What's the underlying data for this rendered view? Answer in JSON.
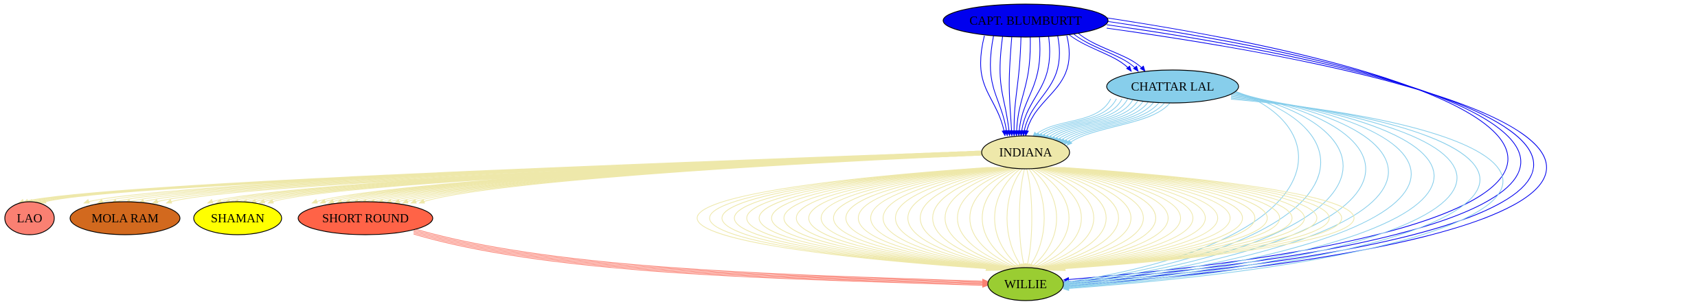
{
  "graph": {
    "nodes": [
      {
        "id": "capt",
        "label": "CAPT. BLUMBURTT",
        "fill": "#0000ee",
        "label_color": "#000000"
      },
      {
        "id": "chattar",
        "label": "CHATTAR LAL",
        "fill": "#87ceeb",
        "label_color": "#000000"
      },
      {
        "id": "indiana",
        "label": "INDIANA",
        "fill": "#eee8aa",
        "label_color": "#000000"
      },
      {
        "id": "lao",
        "label": "LAO",
        "fill": "#fa8072",
        "label_color": "#000000"
      },
      {
        "id": "mola",
        "label": "MOLA RAM",
        "fill": "#d2691e",
        "label_color": "#000000"
      },
      {
        "id": "shaman",
        "label": "SHAMAN",
        "fill": "#ffff00",
        "label_color": "#000000"
      },
      {
        "id": "short",
        "label": "SHORT ROUND",
        "fill": "#ff6347",
        "label_color": "#000000"
      },
      {
        "id": "willie",
        "label": "WILLIE",
        "fill": "#9acd32",
        "label_color": "#000000"
      }
    ],
    "edges": [
      {
        "from": "capt",
        "to": "indiana",
        "count": 10,
        "color": "#0000ee"
      },
      {
        "from": "capt",
        "to": "chattar",
        "count": 3,
        "color": "#0000ee"
      },
      {
        "from": "capt",
        "to": "willie",
        "count": 4,
        "color": "#0000ee"
      },
      {
        "from": "chattar",
        "to": "indiana",
        "count": 12,
        "color": "#87ceeb"
      },
      {
        "from": "chattar",
        "to": "willie",
        "count": 10,
        "color": "#87ceeb"
      },
      {
        "from": "indiana",
        "to": "lao",
        "count": 6,
        "color": "#eee8aa"
      },
      {
        "from": "indiana",
        "to": "mola",
        "count": 7,
        "color": "#eee8aa"
      },
      {
        "from": "indiana",
        "to": "shaman",
        "count": 8,
        "color": "#eee8aa"
      },
      {
        "from": "indiana",
        "to": "short",
        "count": 14,
        "color": "#eee8aa"
      },
      {
        "from": "indiana",
        "to": "willie",
        "count": 54,
        "color": "#eee8aa"
      },
      {
        "from": "short",
        "to": "willie",
        "count": 5,
        "color": "#fa8072"
      }
    ]
  }
}
